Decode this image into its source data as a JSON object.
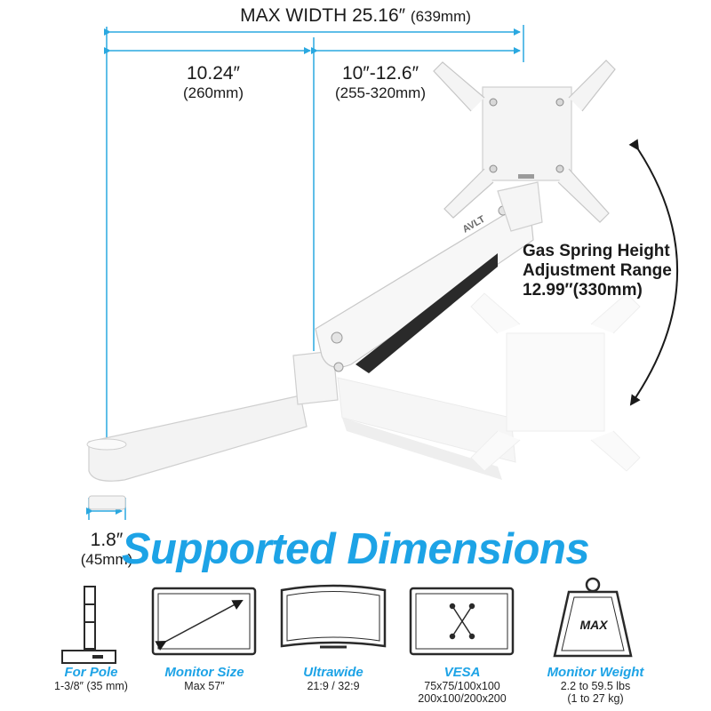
{
  "dimensions": {
    "max_width_label": "MAX WIDTH 25.16″",
    "max_width_metric": "(639mm)",
    "arm_reach": "10.24″",
    "arm_reach_metric": "(260mm)",
    "extension": "10″-12.6″",
    "extension_metric": "(255-320mm)",
    "pole_width": "1.8″",
    "pole_width_metric": "(45mm)"
  },
  "gas_spring": {
    "line1": "Gas Spring Height",
    "line2": "Adjustment Range",
    "line3": "12.99″(330mm)"
  },
  "product": {
    "logo_text": "AVLT"
  },
  "headline": "Supported Dimensions",
  "specs": [
    {
      "label": "For Pole",
      "value": "1-3/8″ (35 mm)",
      "icon": "pole-icon"
    },
    {
      "label": "Monitor Size",
      "value": "Max 57″",
      "icon": "monitor-size-icon"
    },
    {
      "label": "Ultrawide",
      "value": "21:9 / 32:9",
      "icon": "curved-monitor-icon"
    },
    {
      "label": "VESA",
      "value": "75x75/100x100",
      "value2": "200x100/200x200",
      "icon": "vesa-icon"
    },
    {
      "label": "Monitor Weight",
      "value": "2.2 to 59.5 lbs",
      "value2": "(1 to 27 kg)",
      "icon": "weight-icon",
      "icon_text": "MAX"
    }
  ],
  "colors": {
    "accent": "#1da3e6",
    "dimension_line": "#2aa8e0",
    "text": "#1a1a1a"
  }
}
